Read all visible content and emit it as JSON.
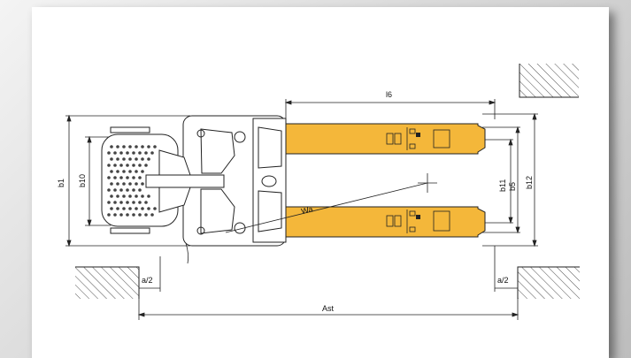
{
  "colors": {
    "forks": "#f4b73a",
    "line": "#1a1a1a",
    "card": "#ffffff"
  },
  "labels": {
    "l6": "l6",
    "b1": "b1",
    "b10": "b10",
    "b11": "b11",
    "b5": "b5",
    "b12": "b12",
    "wa": "Wa",
    "a2_left": "a/2",
    "a2_right": "a/2",
    "ast": "Ast"
  }
}
